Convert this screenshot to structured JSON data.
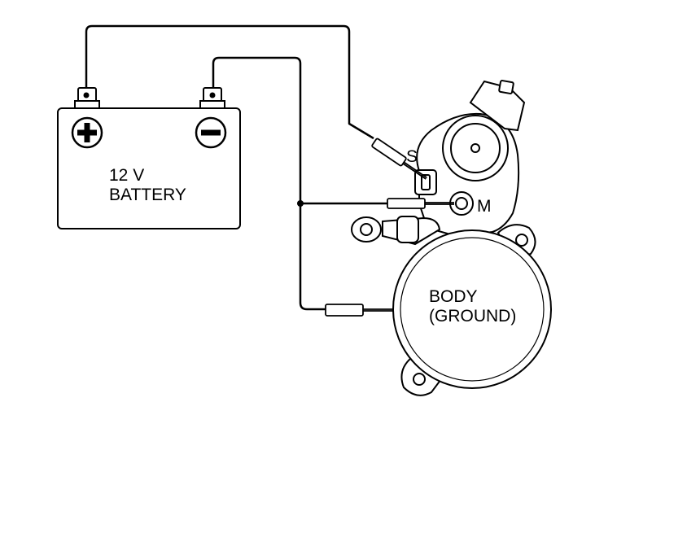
{
  "battery": {
    "voltage_label": "12 V",
    "name_label": "BATTERY",
    "positive_symbol": "plus-icon",
    "negative_symbol": "minus-icon"
  },
  "terminals": {
    "s_label": "S",
    "m_label": "M"
  },
  "body": {
    "line1": "BODY",
    "line2": "(GROUND)"
  },
  "colors": {
    "line": "#000000",
    "background": "#ffffff"
  }
}
